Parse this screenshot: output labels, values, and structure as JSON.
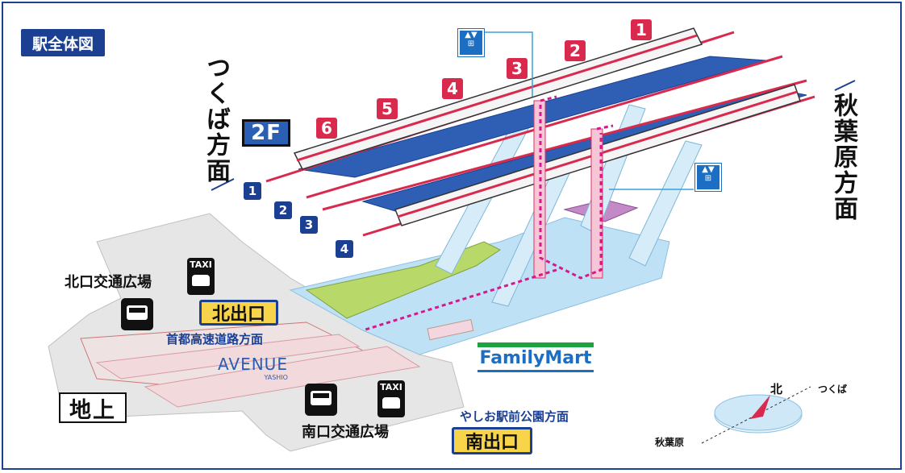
{
  "title": "駅全体図",
  "floors": {
    "upper": "2F",
    "ground": "地上"
  },
  "directions": {
    "tsukuba": "つくば方面",
    "akihabara": "秋葉原方面"
  },
  "platforms": [
    "1",
    "2",
    "3",
    "4",
    "5",
    "6"
  ],
  "tracks": [
    "1",
    "2",
    "3",
    "4"
  ],
  "exits": {
    "north": "北出口",
    "south": "南出口"
  },
  "places": {
    "north_plaza": "北口交通広場",
    "south_plaza": "南口交通広場",
    "expressway": "首都高速道路方面",
    "park": "やしお駅前公園方面"
  },
  "icons": {
    "taxi": "TAXI",
    "bus": "bus-icon",
    "elevator": "elevator-icon"
  },
  "store": "FamilyMart",
  "avenue": {
    "name": "AVENUE",
    "sub": "YASHIO"
  },
  "compass": {
    "north": "北",
    "tsukuba": "つくば",
    "akihabara": "秋葉原"
  },
  "colors": {
    "accent": "#1b3f91",
    "train_stripe": "#d92a4e",
    "platform": "#2f5fb5",
    "concourse": "#a9d8f2",
    "exit_fill": "#f7d44a",
    "store_green": "#1aa33f"
  }
}
